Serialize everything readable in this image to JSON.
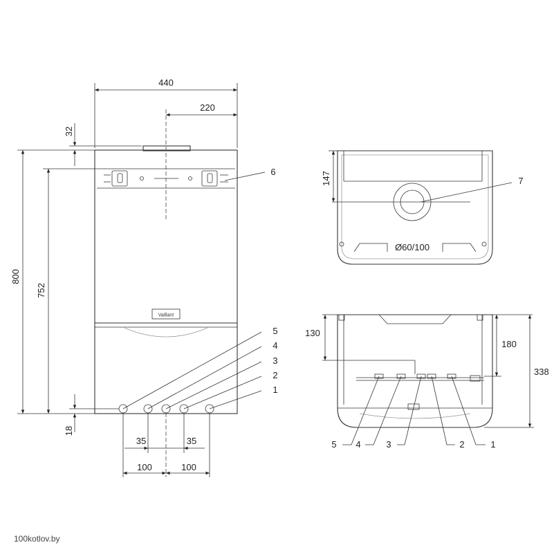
{
  "front_view": {
    "width_overall": "440",
    "width_half": "220",
    "top_offset": "32",
    "height_overall": "800",
    "height_bracket": "752",
    "bottom_offset": "18",
    "pipe_spacing_left": "35",
    "pipe_spacing_right": "35",
    "pipe_span_left": "100",
    "pipe_span_right": "100",
    "brand_label": "Vaillant",
    "callouts": [
      "6",
      "5",
      "4",
      "3",
      "2",
      "1"
    ]
  },
  "top_view": {
    "flue_offset": "147",
    "flue_diameter": "Ø60/100",
    "callout": "7"
  },
  "bottom_view": {
    "depth_to_pipes": "130",
    "depth_inner": "180",
    "depth_overall": "338",
    "callouts": [
      "5",
      "4",
      "3",
      "2",
      "1"
    ]
  },
  "watermark": "100kotlov.by"
}
